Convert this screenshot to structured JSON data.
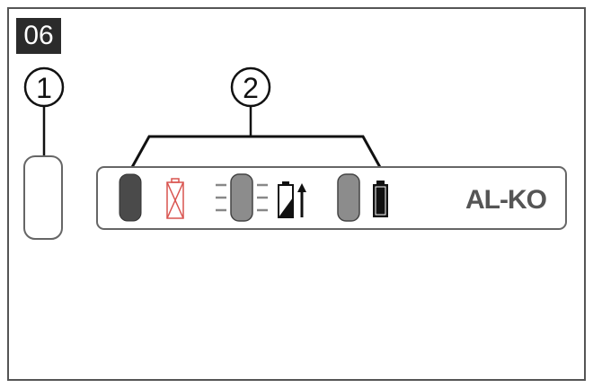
{
  "figure": {
    "number": "06"
  },
  "callouts": [
    {
      "label": "1"
    },
    {
      "label": "2"
    }
  ],
  "panel": {
    "brand": "AL-KO",
    "indicators": [
      {
        "name": "status-led-off"
      },
      {
        "name": "battery-missing-icon"
      },
      {
        "name": "status-led-flashing"
      },
      {
        "name": "battery-charging-icon"
      },
      {
        "name": "status-led-on"
      },
      {
        "name": "battery-full-icon"
      }
    ]
  },
  "colors": {
    "led_dark": "#4a4a4a",
    "led_gray": "#8c8c8c",
    "cross_red": "#d9534f",
    "outline": "#555555"
  }
}
